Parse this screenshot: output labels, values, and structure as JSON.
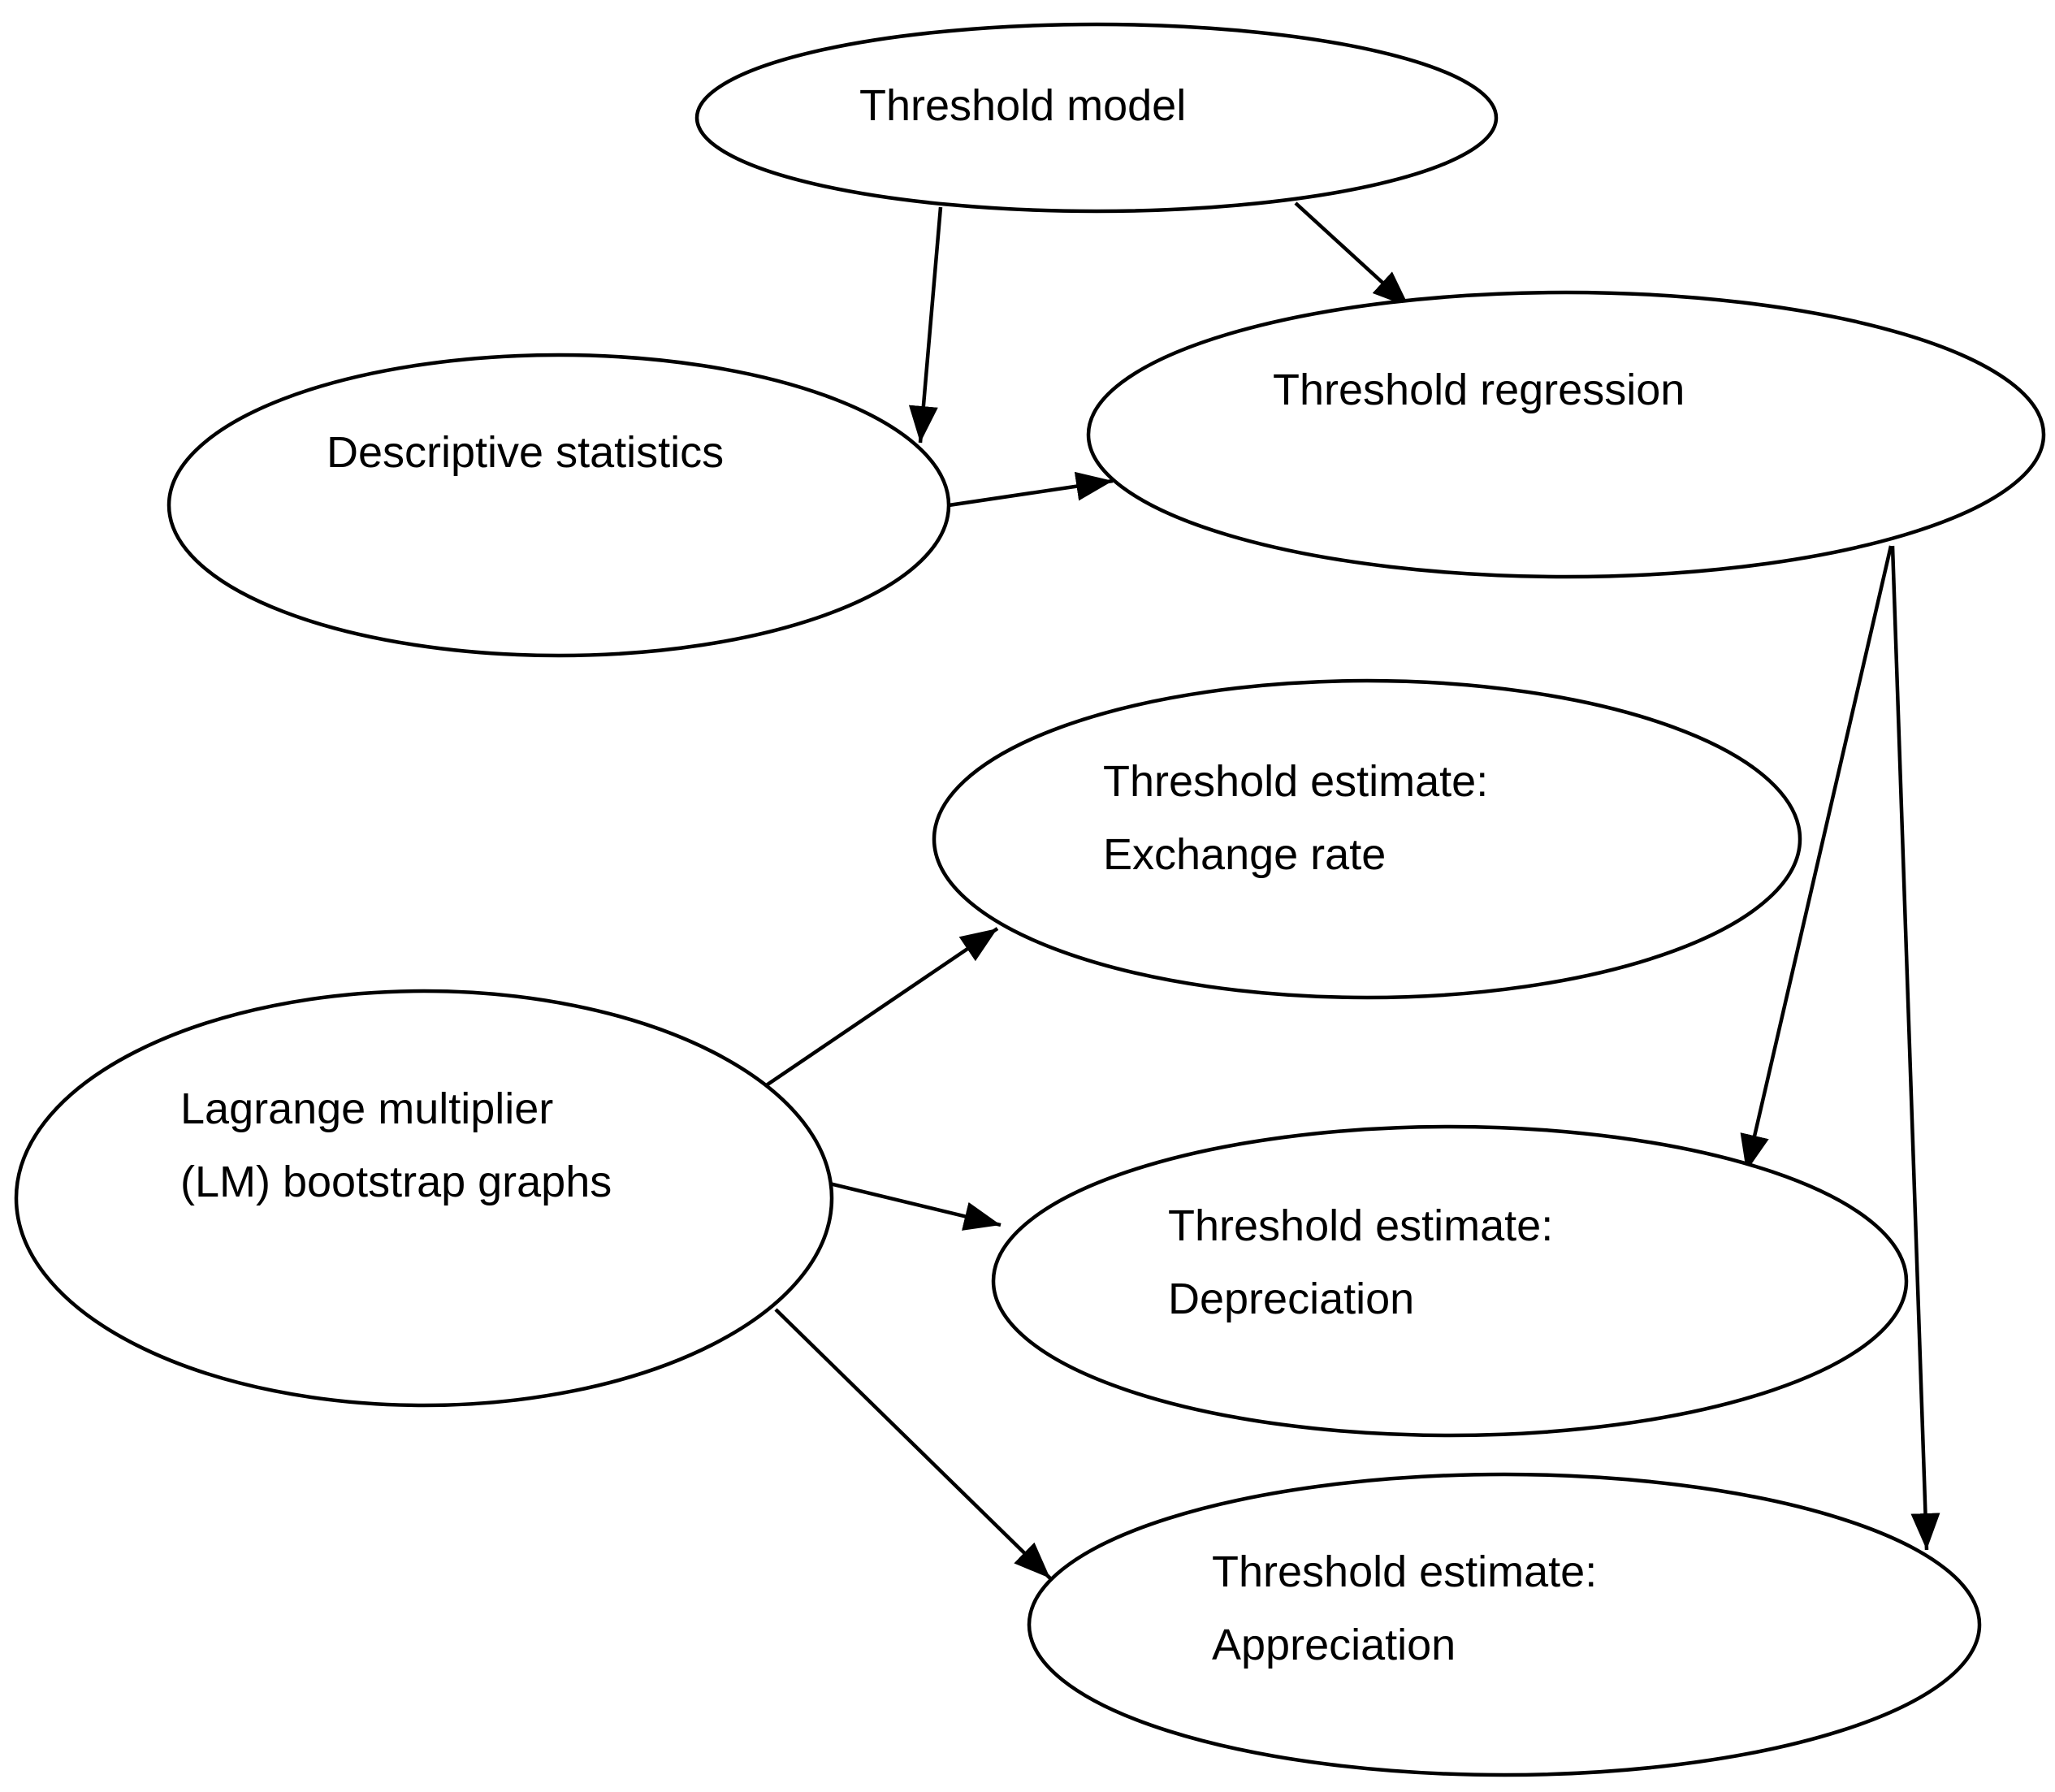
{
  "nodes": {
    "threshold_model": {
      "lines": [
        "Threshold model"
      ]
    },
    "descriptive_statistics": {
      "lines": [
        "Descriptive statistics"
      ]
    },
    "threshold_regression": {
      "lines": [
        "Threshold regression"
      ]
    },
    "estimate_exchange_rate": {
      "lines": [
        "Threshold estimate:",
        "Exchange rate"
      ]
    },
    "lm_bootstrap_graphs": {
      "lines": [
        "Lagrange multiplier",
        "(LM) bootstrap graphs"
      ]
    },
    "estimate_depreciation": {
      "lines": [
        "Threshold estimate:",
        "Depreciation"
      ]
    },
    "estimate_appreciation": {
      "lines": [
        "Threshold estimate:",
        "Appreciation"
      ]
    }
  },
  "edges": [
    {
      "from": "threshold_model",
      "to": "descriptive_statistics"
    },
    {
      "from": "threshold_model",
      "to": "threshold_regression"
    },
    {
      "from": "descriptive_statistics",
      "to": "threshold_regression"
    },
    {
      "from": "threshold_regression",
      "to": "estimate_depreciation"
    },
    {
      "from": "threshold_regression",
      "to": "estimate_appreciation"
    },
    {
      "from": "lm_bootstrap_graphs",
      "to": "estimate_exchange_rate"
    },
    {
      "from": "lm_bootstrap_graphs",
      "to": "estimate_depreciation"
    },
    {
      "from": "lm_bootstrap_graphs",
      "to": "estimate_appreciation"
    }
  ],
  "colors": {
    "stroke": "#000000",
    "fill": "#ffffff",
    "text": "#000000"
  }
}
